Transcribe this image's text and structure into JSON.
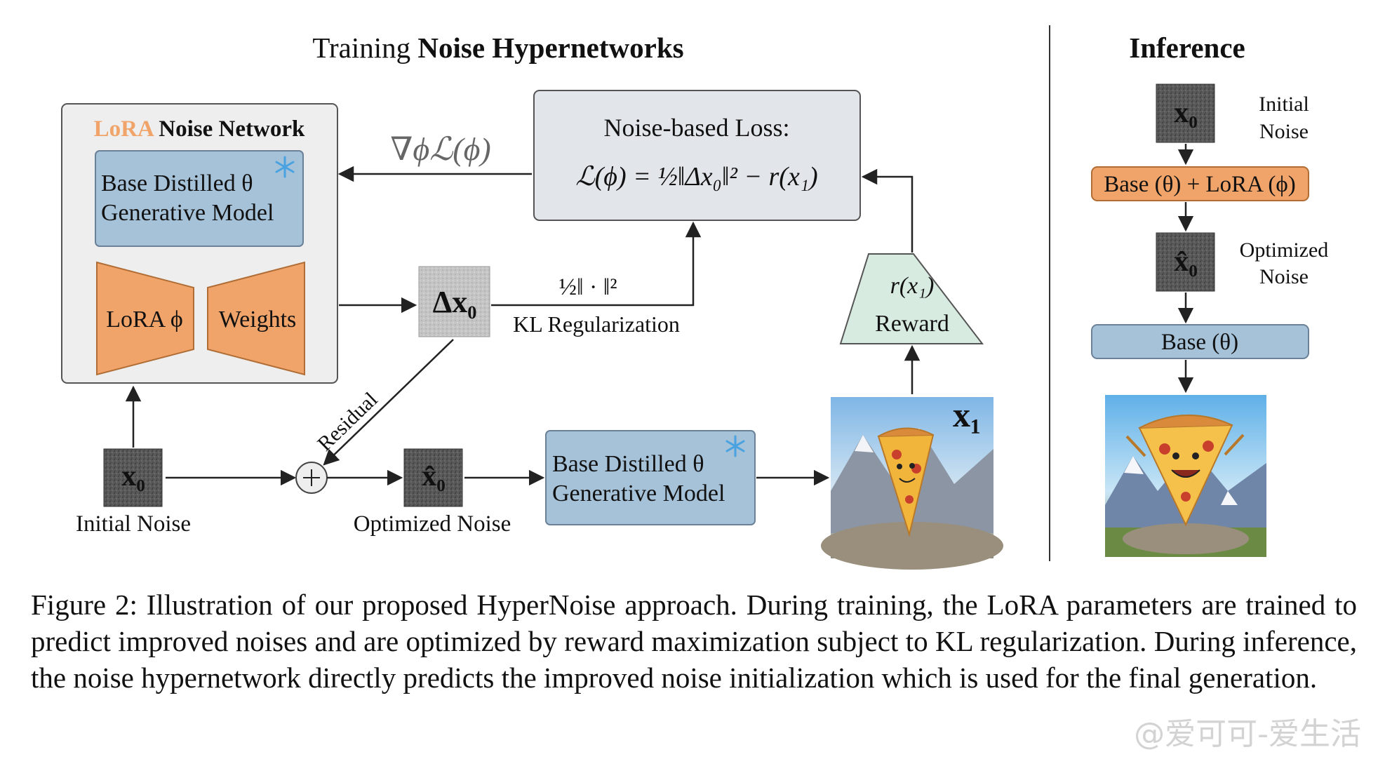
{
  "figure": {
    "training_title_prefix": "Training ",
    "training_title_bold": "Noise Hypernetworks",
    "inference_title": "Inference",
    "lora_network_title_lora": "LoRA",
    "lora_network_title_rest": " Noise Network",
    "base_model_line1": "Base Distilled θ",
    "base_model_line2": "Generative Model",
    "lora_phi_label": "LoRA ϕ",
    "weights_label": "Weights",
    "grad_label": "∇ϕℒ(ϕ)",
    "loss_title": "Noise-based Loss:",
    "loss_formula": "ℒ(ϕ) = ½‖Δx₀‖² − r(x₁)",
    "delta_x0": "Δx₀",
    "kl_norm": "½‖ · ‖²",
    "kl_label": "KL Regularization",
    "reward_fn": "r(x₁)",
    "reward_label": "Reward",
    "residual_label": "Residual",
    "x0": "x₀",
    "x0_hat": "x̂₀",
    "x1": "x₁",
    "initial_noise_label": "Initial Noise",
    "optimized_noise_label": "Optimized Noise",
    "inf_initial_line1": "Initial",
    "inf_initial_line2": "Noise",
    "inf_base_lora": "Base (θ) + LoRA (ϕ)",
    "inf_optimized_line1": "Optimized",
    "inf_optimized_line2": "Noise",
    "inf_base": "Base (θ)"
  },
  "caption": "Figure 2: Illustration of our proposed HyperNoise approach. During training, the LoRA parameters are trained to predict improved noises and are optimized by reward maximization subject to KL regularization.  During inference, the noise hypernetwork directly predicts the improved noise initialization which is used for the final generation.",
  "watermark": "@爱可可-爱生活",
  "colors": {
    "lora_orange": "#f0a46a",
    "model_blue": "#a6c2d9",
    "loss_gray": "#e2e6ea",
    "reward_green": "#d8ebe1",
    "noise_dark": "#555555"
  }
}
